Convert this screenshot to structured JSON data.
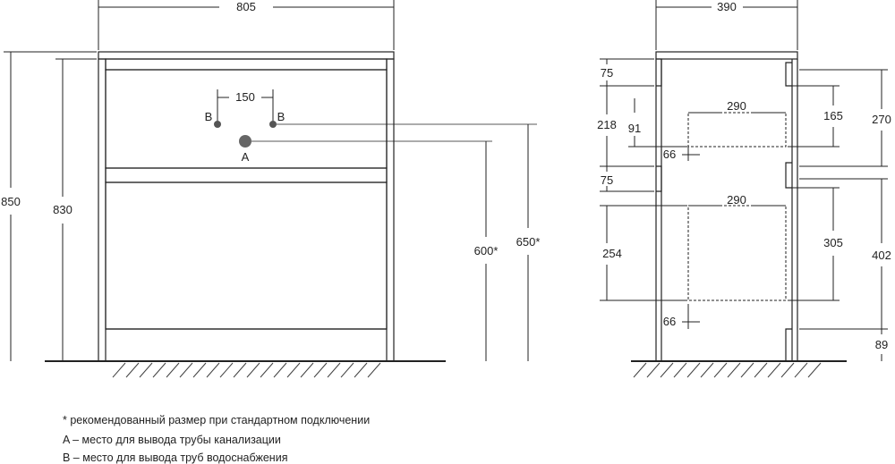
{
  "front_view": {
    "width_label": "805",
    "pipe_spacing_label": "150",
    "water_left_label": "B",
    "water_right_label": "B",
    "drain_label": "A",
    "total_height_label": "850",
    "body_height_label": "830",
    "drain_height_label": "600*",
    "water_height_label": "650*"
  },
  "side_view": {
    "depth_label": "390",
    "top_rail_label": "75",
    "upper_drawer_height_label": "218",
    "upper_inner_depth_label": "290",
    "upper_inner_offset_label": "91",
    "upper_inner_height_label": "165",
    "upper_section_label": "270",
    "upper_setback_label": "66",
    "middle_rail_label": "75",
    "lower_inner_depth_label": "290",
    "lower_inner_height_label": "305",
    "lower_drawer_height_label": "254",
    "lower_section_label": "402",
    "lower_setback_label": "66",
    "base_label": "89"
  },
  "notes": {
    "line1": "* рекомендованный размер при стандартном подключении",
    "line2": "A – место для вывода трубы канализации",
    "line3": "B – место для вывода труб водоснабжения"
  },
  "colors": {
    "line": "#222222",
    "pipe_marker": "#555555",
    "hatch": "#444444"
  }
}
